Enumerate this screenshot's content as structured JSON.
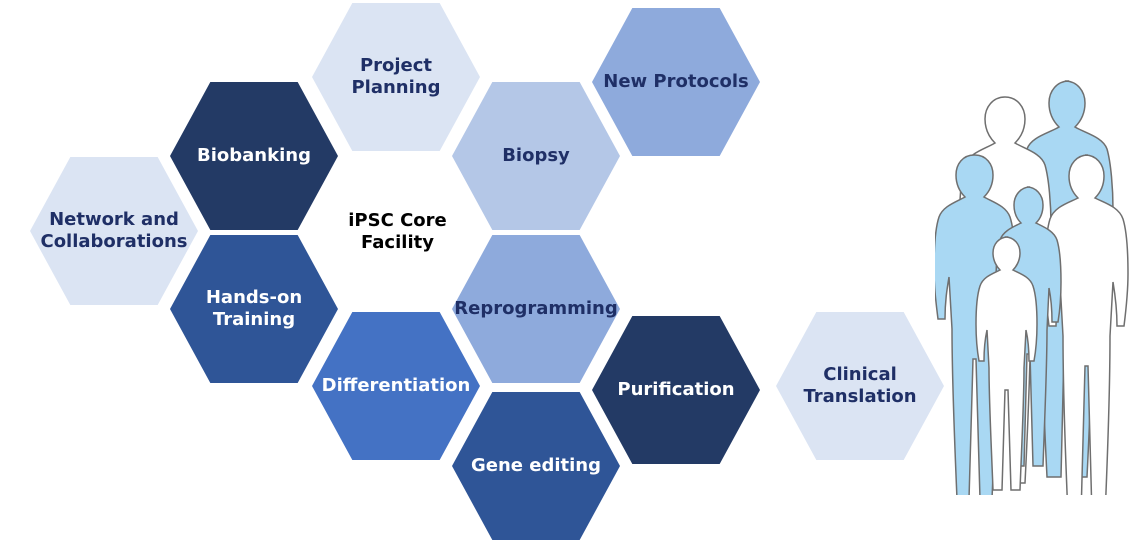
{
  "center": {
    "label": "iPSC Core\nFacility"
  },
  "colors": {
    "pale": "#dbe4f3",
    "light": "#b4c7e7",
    "medium": "#8eaadc",
    "bright": "#4472c4",
    "steel": "#2f5597",
    "navy": "#233a65",
    "text_dark_blue": "#1f2f66",
    "text_white": "#ffffff",
    "person_front": "#ffffff",
    "person_back": "#a9d8f3",
    "person_outline": "#6f6f6f"
  },
  "hexagons": [
    {
      "id": "project-planning",
      "label": "Project\nPlanning",
      "color": "pale",
      "text": "text_dark_blue"
    },
    {
      "id": "new-protocols",
      "label": "New Protocols",
      "color": "medium",
      "text": "text_dark_blue"
    },
    {
      "id": "biobanking",
      "label": "Biobanking",
      "color": "navy",
      "text": "text_white"
    },
    {
      "id": "biopsy",
      "label": "Biopsy",
      "color": "light",
      "text": "text_dark_blue"
    },
    {
      "id": "network-and-collaborations",
      "label": "Network and\nCollaborations",
      "color": "pale",
      "text": "text_dark_blue"
    },
    {
      "id": "hands-on-training",
      "label": "Hands-on\nTraining",
      "color": "steel",
      "text": "text_white"
    },
    {
      "id": "reprogramming",
      "label": "Reprogramming",
      "color": "medium",
      "text": "text_dark_blue"
    },
    {
      "id": "differentiation",
      "label": "Differentiation",
      "color": "bright",
      "text": "text_white"
    },
    {
      "id": "purification",
      "label": "Purification",
      "color": "navy",
      "text": "text_white"
    },
    {
      "id": "clinical-translation",
      "label": "Clinical\nTranslation",
      "color": "pale",
      "text": "text_dark_blue"
    },
    {
      "id": "gene-editing",
      "label": "Gene editing",
      "color": "steel",
      "text": "text_white"
    }
  ],
  "figure": {
    "icon": "people-silhouettes-icon"
  }
}
